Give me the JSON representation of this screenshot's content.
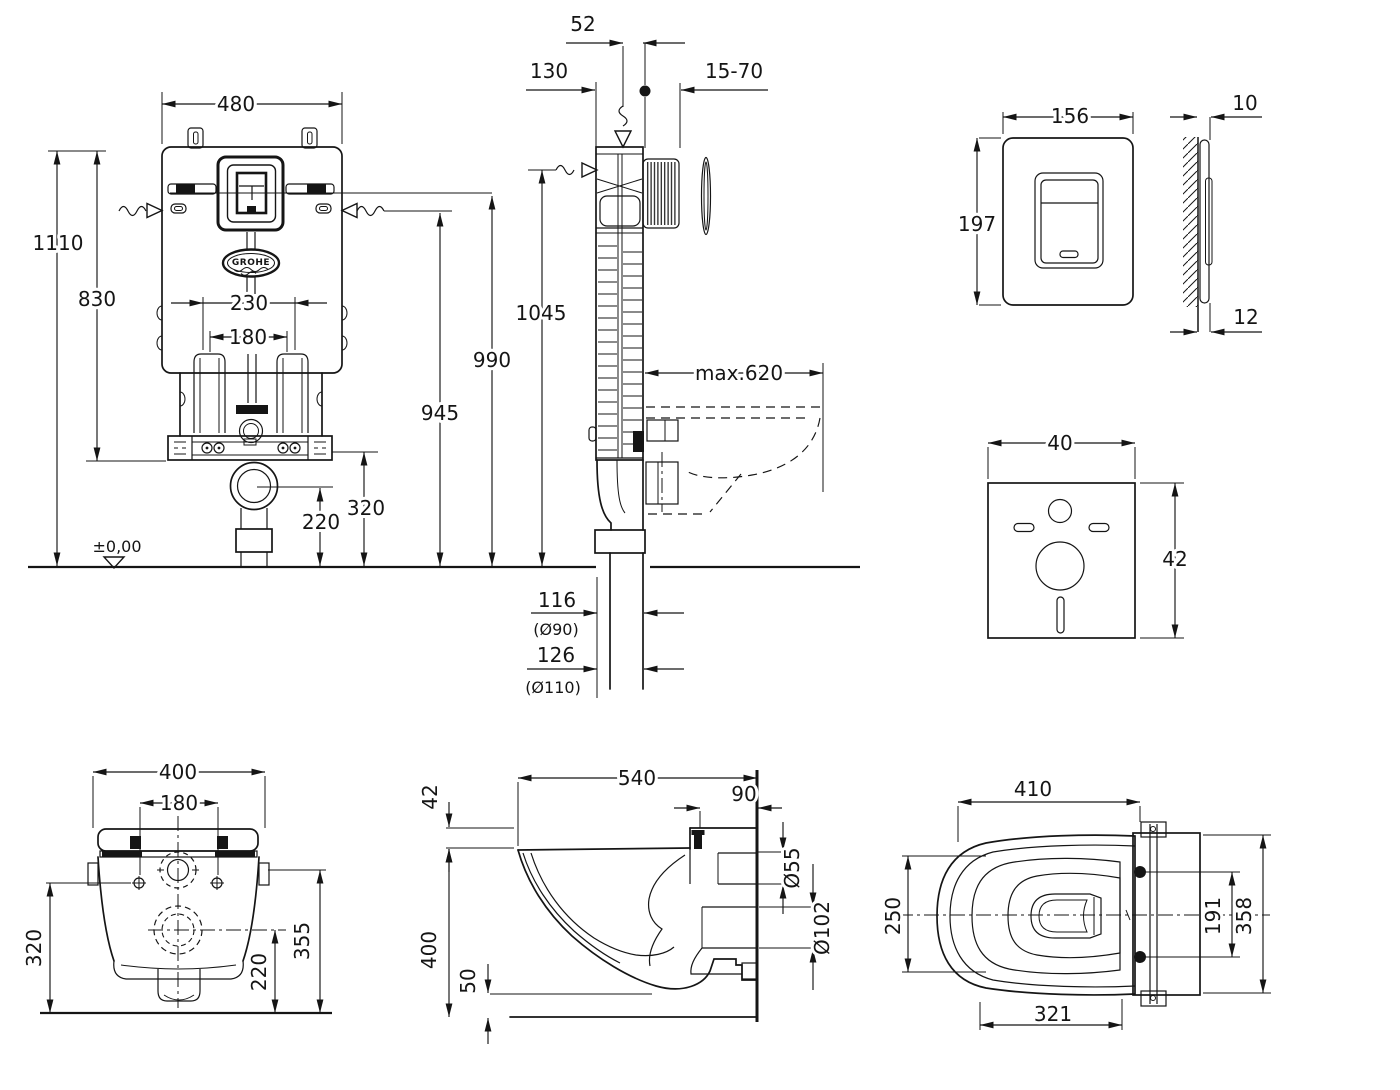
{
  "brand": "GROHE",
  "views": {
    "cistern_front": {
      "dims": {
        "width": "480",
        "total_height": "1110",
        "frame_height": "830",
        "duct_spacing_outer": "230",
        "duct_spacing_inner": "180",
        "outlet_height": "320",
        "outlet_center_height": "220",
        "floor_level": "±0,00"
      }
    },
    "cistern_side": {
      "dims": {
        "flush_pipe_offset": "52",
        "frame_depth": "130",
        "adjust_range": "15-70",
        "inlet_height": "1045",
        "plate_center_height": "990",
        "supply_height": "945",
        "max_reach": "max.620",
        "drain_offset_90": "116",
        "drain_dia_90": "(Ø90)",
        "drain_offset_110": "126",
        "drain_dia_110": "(Ø110)"
      }
    },
    "flush_plate": {
      "dims": {
        "width": "156",
        "height": "197",
        "thickness_top": "10",
        "thickness_bottom": "12"
      }
    },
    "gasket": {
      "dims": {
        "width": "40",
        "height": "42"
      }
    },
    "bowl_rear": {
      "dims": {
        "width": "400",
        "bolt_spacing": "180",
        "flush_height": "320",
        "drain_height": "220",
        "lug_height": "355"
      }
    },
    "bowl_side": {
      "dims": {
        "depth": "540",
        "rim_drop": "42",
        "fixing_depth": "90",
        "height": "400",
        "clearance": "50",
        "flush_dia": "Ø55",
        "drain_dia": "Ø102"
      }
    },
    "bowl_top": {
      "dims": {
        "depth": "410",
        "seat_width": "250",
        "inner_depth": "321",
        "bolt_spacing": "191",
        "width": "358"
      }
    }
  }
}
